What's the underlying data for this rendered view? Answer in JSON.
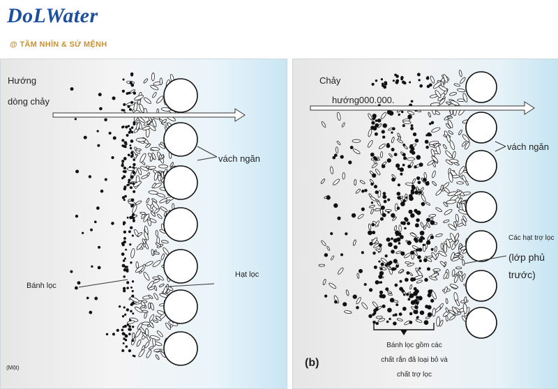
{
  "logo": {
    "text": "DoLWater",
    "tagline": "@ TẦM NHÌN & SỨ MỆNH"
  },
  "panel_a": {
    "flow_label_1": "Hướng",
    "flow_label_2": "dòng chảy",
    "septum_label": "vách ngăn",
    "cake_label": "Bánh lọc",
    "particle_label": "Hạt lọc",
    "panel_tag": "(Một)"
  },
  "panel_b": {
    "flow_label_1": "Chảy",
    "flow_label_2": "hướng000.000.",
    "septum_label": "vách ngăn",
    "aid_label_1": "Các hạt trợ lọc",
    "aid_label_2": "(lớp phủ",
    "aid_label_3": "trước)",
    "cake_label_1": "Bánh lọc gồm các",
    "cake_label_2": "chất rắn đã loại bỏ và",
    "cake_label_3": "chất trợ lọc",
    "panel_tag": "(b)"
  },
  "colors": {
    "logo": "#1c4f9c",
    "tagline": "#c9902e",
    "ink": "#111111"
  }
}
